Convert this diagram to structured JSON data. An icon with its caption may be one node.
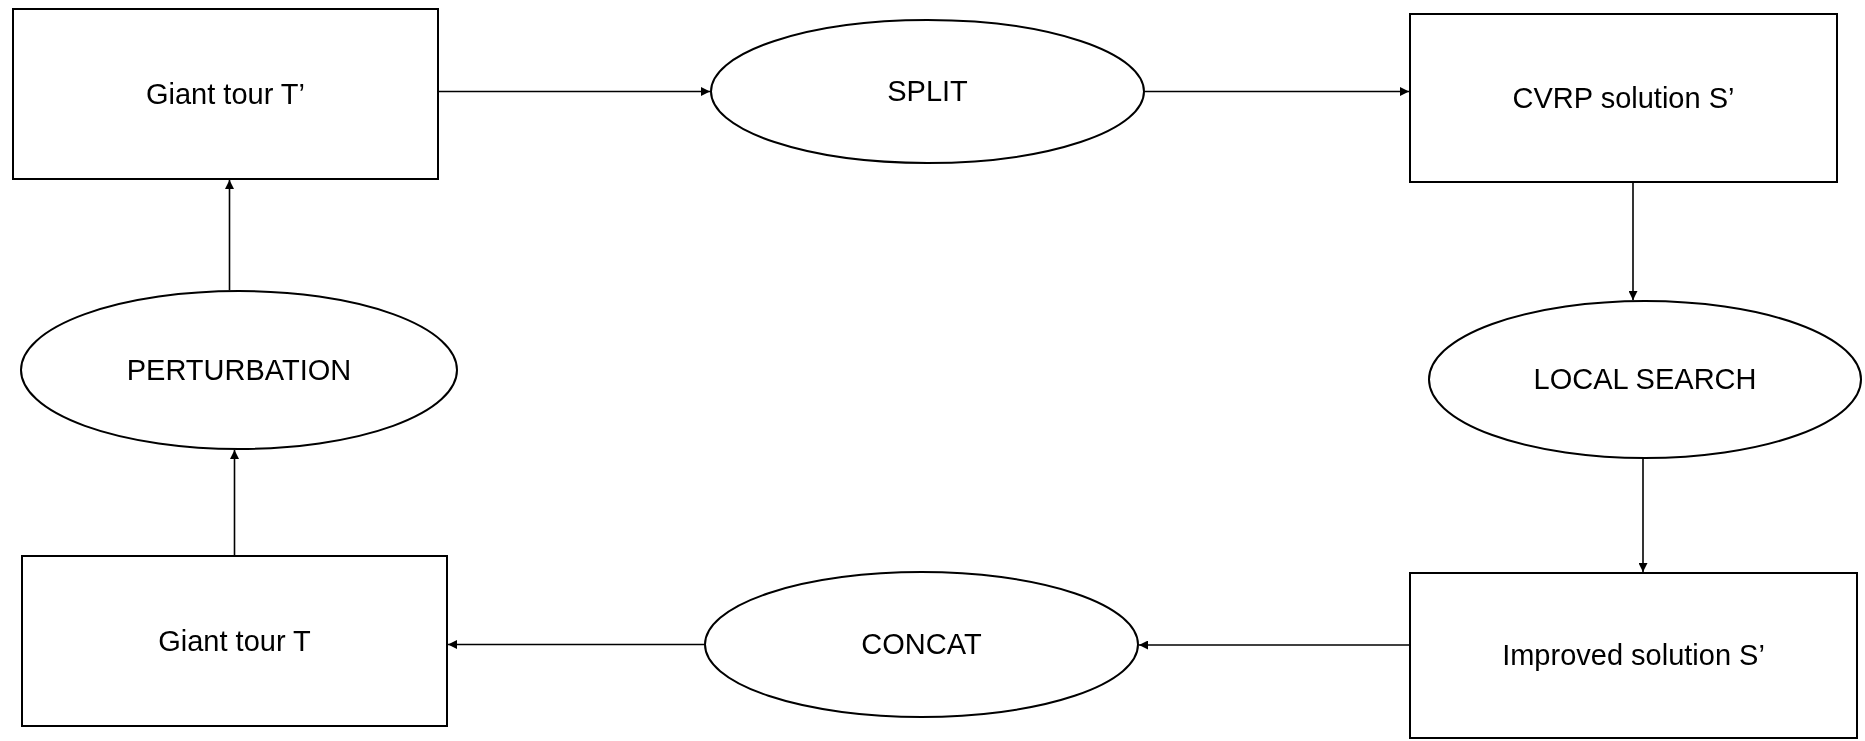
{
  "diagram": {
    "nodes": [
      {
        "text": [
          "Giant tour T’"
        ]
      },
      {
        "text": [
          "SPLIT"
        ]
      },
      {
        "text": [
          "CVRP solution S’"
        ]
      },
      {
        "text": [
          "LOCAL SEARCH"
        ]
      },
      {
        "text": [
          "Improved solution S’"
        ]
      },
      {
        "text": [
          "CONCAT"
        ]
      },
      {
        "text": [
          "Giant tour T"
        ]
      },
      {
        "text": [
          "PERTURBATION"
        ]
      }
    ],
    "edges": [
      {
        "from": 0,
        "to": 1,
        "arrow": "to"
      },
      {
        "from": 1,
        "to": 2,
        "arrow": "to"
      },
      {
        "from": 2,
        "to": 3,
        "arrow": "to"
      },
      {
        "from": 3,
        "to": 4,
        "arrow": "to"
      },
      {
        "from": 4,
        "to": 5,
        "arrow": "to"
      },
      {
        "from": 5,
        "to": 6,
        "arrow": "to"
      },
      {
        "from": 6,
        "to": 7,
        "arrow": "to"
      },
      {
        "from": 7,
        "to": 0,
        "arrow": "to"
      }
    ]
  }
}
